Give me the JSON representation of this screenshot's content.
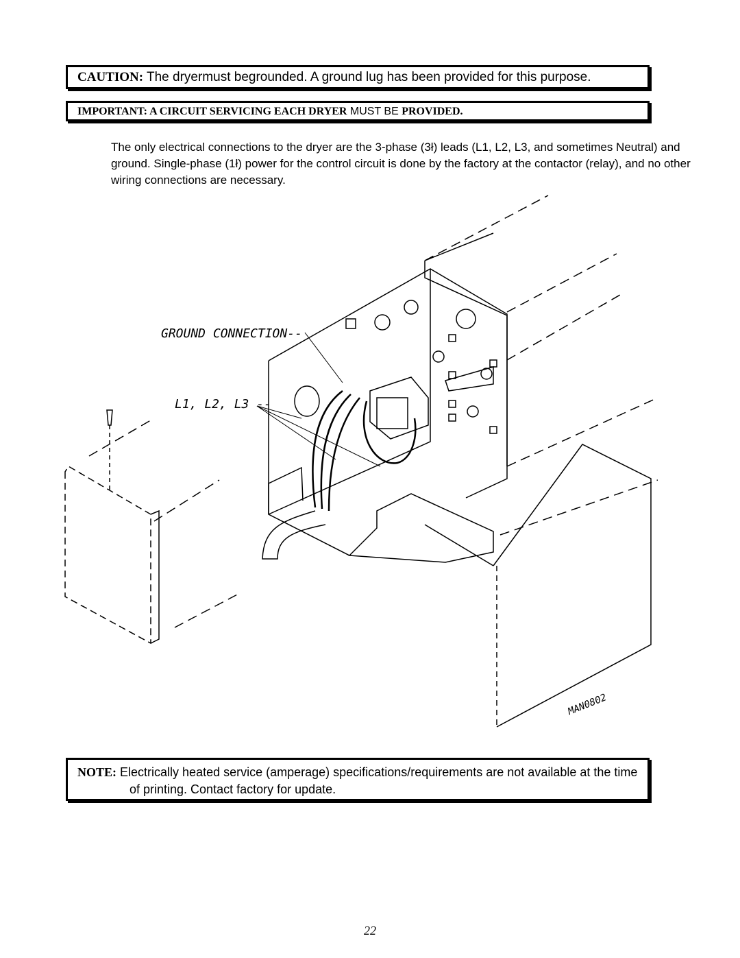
{
  "caution": {
    "lead": "CAUTION:",
    "text": "The dryermust begrounded.  A ground lug has been provided for this purpose."
  },
  "important": {
    "part1": "IMPORTANT:  A CIRCUIT SERVICING EACH DRYER",
    "part2": " MUST BE ",
    "part3": "PROVIDED."
  },
  "intro": {
    "text": "The only electrical connections to the dryer are the 3-phase (3ł) leads (L1, L2, L3, and sometimes Neutral) and ground.  Single-phase (1ł) power for the control circuit is done by the factory at the contactor (relay), and no other wiring connections are necessary."
  },
  "diagram": {
    "label_ground": "GROUND CONNECTION--",
    "label_leads": "L1, L2, L3 --",
    "label_code": "MAN0802"
  },
  "note": {
    "lead": "NOTE:",
    "line1": "Electrically heated service (amperage) specifications/requirements are not available at the time",
    "line2": "of printing.  Contact factory for update."
  },
  "page_number": "22"
}
